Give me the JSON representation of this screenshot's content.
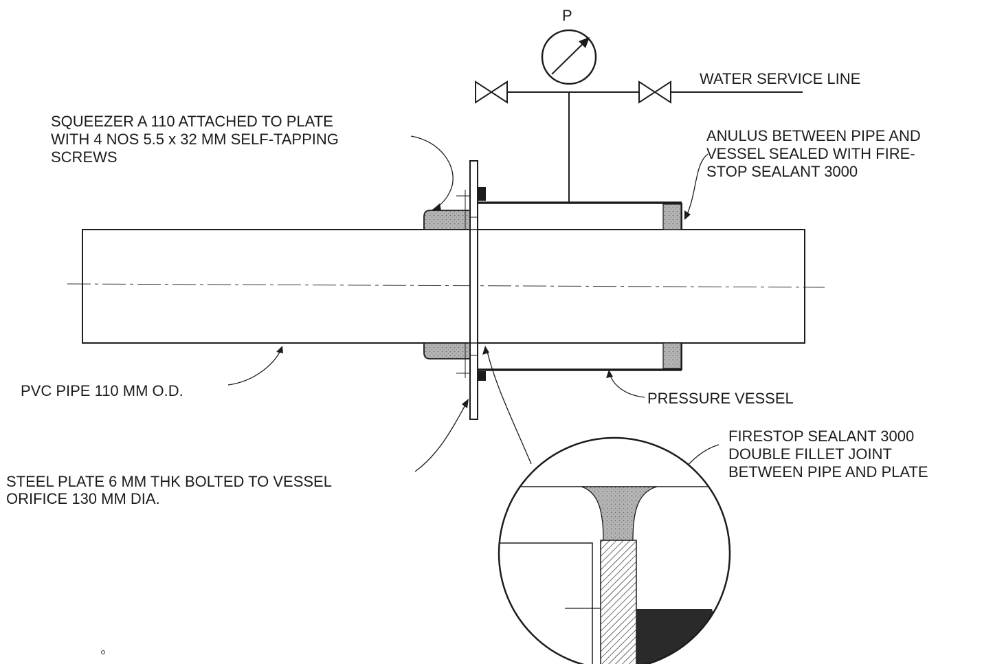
{
  "gauge_label": "P",
  "labels": {
    "water_service_line": "WATER SERVICE LINE",
    "squeezer": [
      "SQUEEZER A 110 ATTACHED TO PLATE",
      "WITH 4 NOS 5.5 x 32 MM SELF-TAPPING",
      "SCREWS"
    ],
    "annulus": [
      "ANULUS BETWEEN PIPE AND",
      "VESSEL SEALED WITH FIRE-",
      "STOP SEALANT 3000"
    ],
    "pvc_pipe": "PVC PIPE 110 MM O.D.",
    "pressure_vessel": "PRESSURE VESSEL",
    "firestop_detail": [
      "FIRESTOP SEALANT 3000",
      "DOUBLE FILLET JOINT",
      "BETWEEN PIPE AND PLATE"
    ],
    "steel_plate": [
      "STEEL PLATE 6 MM THK BOLTED TO VESSEL",
      "ORIFICE 130 MM DIA."
    ]
  },
  "colors": {
    "ink": "#1c1c1c",
    "sealant_fill": "#a9a9a9",
    "dark_fill": "#2a2a2a"
  }
}
